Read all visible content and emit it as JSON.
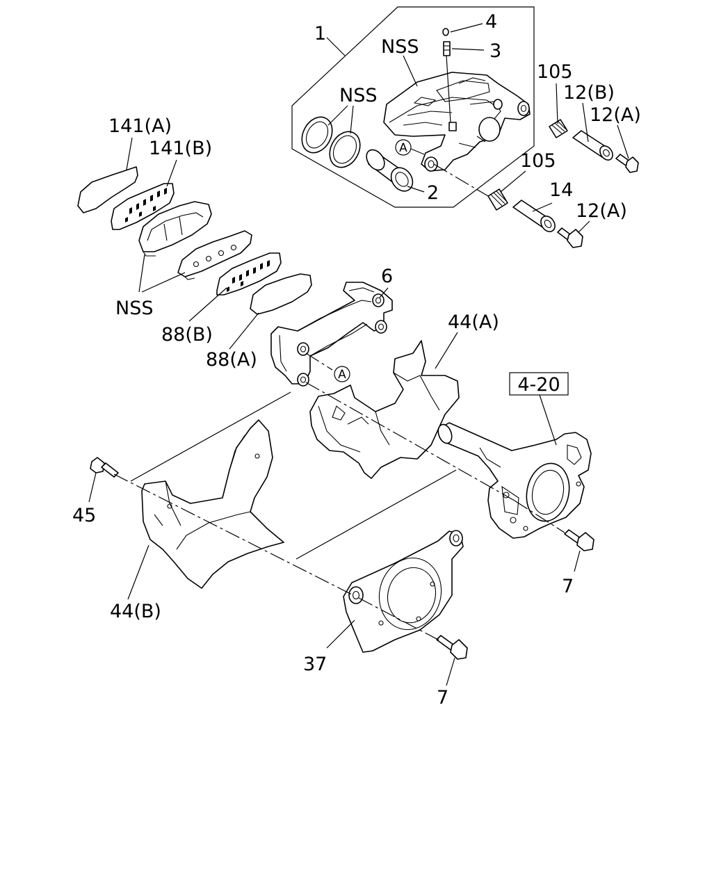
{
  "callouts": {
    "c1": "1",
    "c4": "4",
    "c3": "3",
    "nss_top": "NSS",
    "nss_seals": "NSS",
    "c105_top": "105",
    "c12b": "12(B)",
    "c12a_top": "12(A)",
    "c141a": "141(A)",
    "c141b": "141(B)",
    "c2": "2",
    "c105_mid": "105",
    "c14": "14",
    "c12a_mid": "12(A)",
    "c6": "6",
    "nss_pads": "NSS",
    "c88b": "88(B)",
    "c88a": "88(A)",
    "c44a": "44(A)",
    "ref_box": "4-20",
    "c45": "45",
    "c7_right": "7",
    "c44b": "44(B)",
    "c37": "37",
    "c7_bottom": "7"
  },
  "reference_marker": "A"
}
